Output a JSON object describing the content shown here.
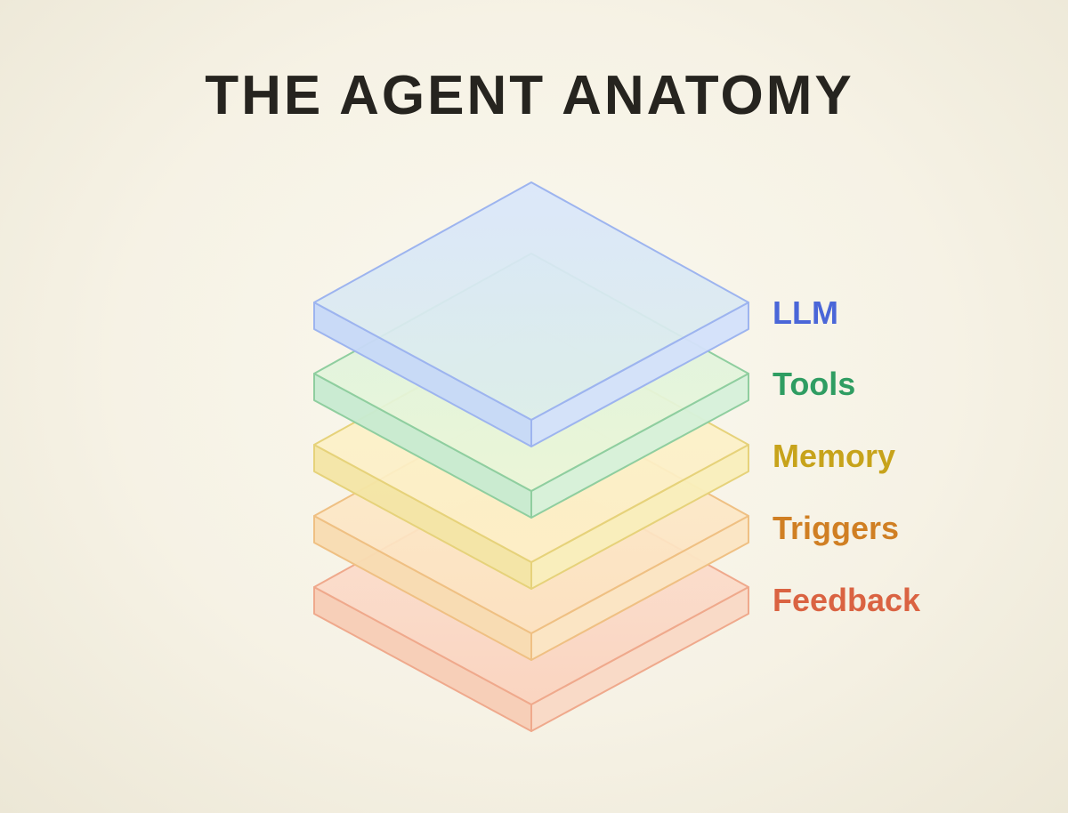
{
  "page": {
    "title": "THE AGENT ANATOMY",
    "title_color": "#26241f",
    "background": "#f5f2e6"
  },
  "layers": [
    {
      "id": "llm",
      "label": "LLM",
      "text_color": "#4a66d8",
      "edge_color": "#9db4ef",
      "face_light": "#d9e6fb",
      "face_deep": "#dcedea",
      "side_left": "#c7d8f7",
      "side_right": "#d3e1fa"
    },
    {
      "id": "tools",
      "label": "Tools",
      "text_color": "#2f9d62",
      "edge_color": "#8fce9f",
      "face_light": "#dcf3de",
      "face_deep": "#e9f6d9",
      "side_left": "#c8ead0",
      "side_right": "#d6f0da"
    },
    {
      "id": "memory",
      "label": "Memory",
      "text_color": "#c7a31b",
      "edge_color": "#e6d27a",
      "face_light": "#fbf3c8",
      "face_deep": "#fdeec6",
      "side_left": "#f4e5a5",
      "side_right": "#f9eebb"
    },
    {
      "id": "triggers",
      "label": "Triggers",
      "text_color": "#d07f23",
      "edge_color": "#efc083",
      "face_light": "#fdebcb",
      "face_deep": "#fce2c0",
      "side_left": "#f8dcb2",
      "side_right": "#fbe5c4"
    },
    {
      "id": "feedback",
      "label": "Feedback",
      "text_color": "#da6342",
      "edge_color": "#efa98c",
      "face_light": "#fce1d2",
      "face_deep": "#fad2bd",
      "side_left": "#f7cdb6",
      "side_right": "#f9d9c6"
    }
  ]
}
